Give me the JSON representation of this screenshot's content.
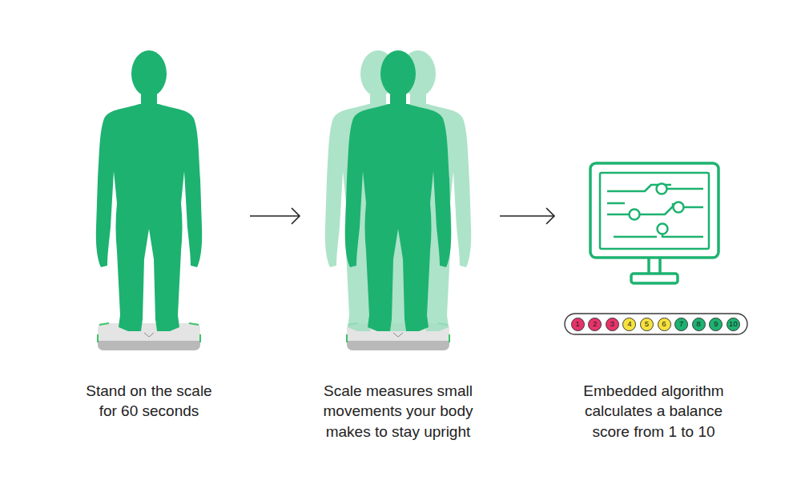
{
  "diagram": {
    "nodes": [
      {
        "text": [
          "Stand on the scale for 60 seconds"
        ]
      },
      {
        "text": [
          "Scale measures small movements your body makes to stay upright"
        ]
      },
      {
        "text": [
          "Embedded algorithm calculates a balance score from 1 to 10"
        ]
      },
      {
        "text": [
          "1"
        ]
      },
      {
        "text": [
          "2"
        ]
      },
      {
        "text": [
          "3"
        ]
      },
      {
        "text": [
          "4"
        ]
      },
      {
        "text": [
          "5"
        ]
      },
      {
        "text": [
          "6"
        ]
      },
      {
        "text": [
          "7"
        ]
      },
      {
        "text": [
          "8"
        ]
      },
      {
        "text": [
          "9"
        ]
      },
      {
        "text": [
          "10"
        ]
      }
    ],
    "edges": [
      {
        "from": 0,
        "to": 1,
        "arrow": "to"
      },
      {
        "from": 1,
        "to": 2,
        "arrow": "to"
      }
    ]
  }
}
